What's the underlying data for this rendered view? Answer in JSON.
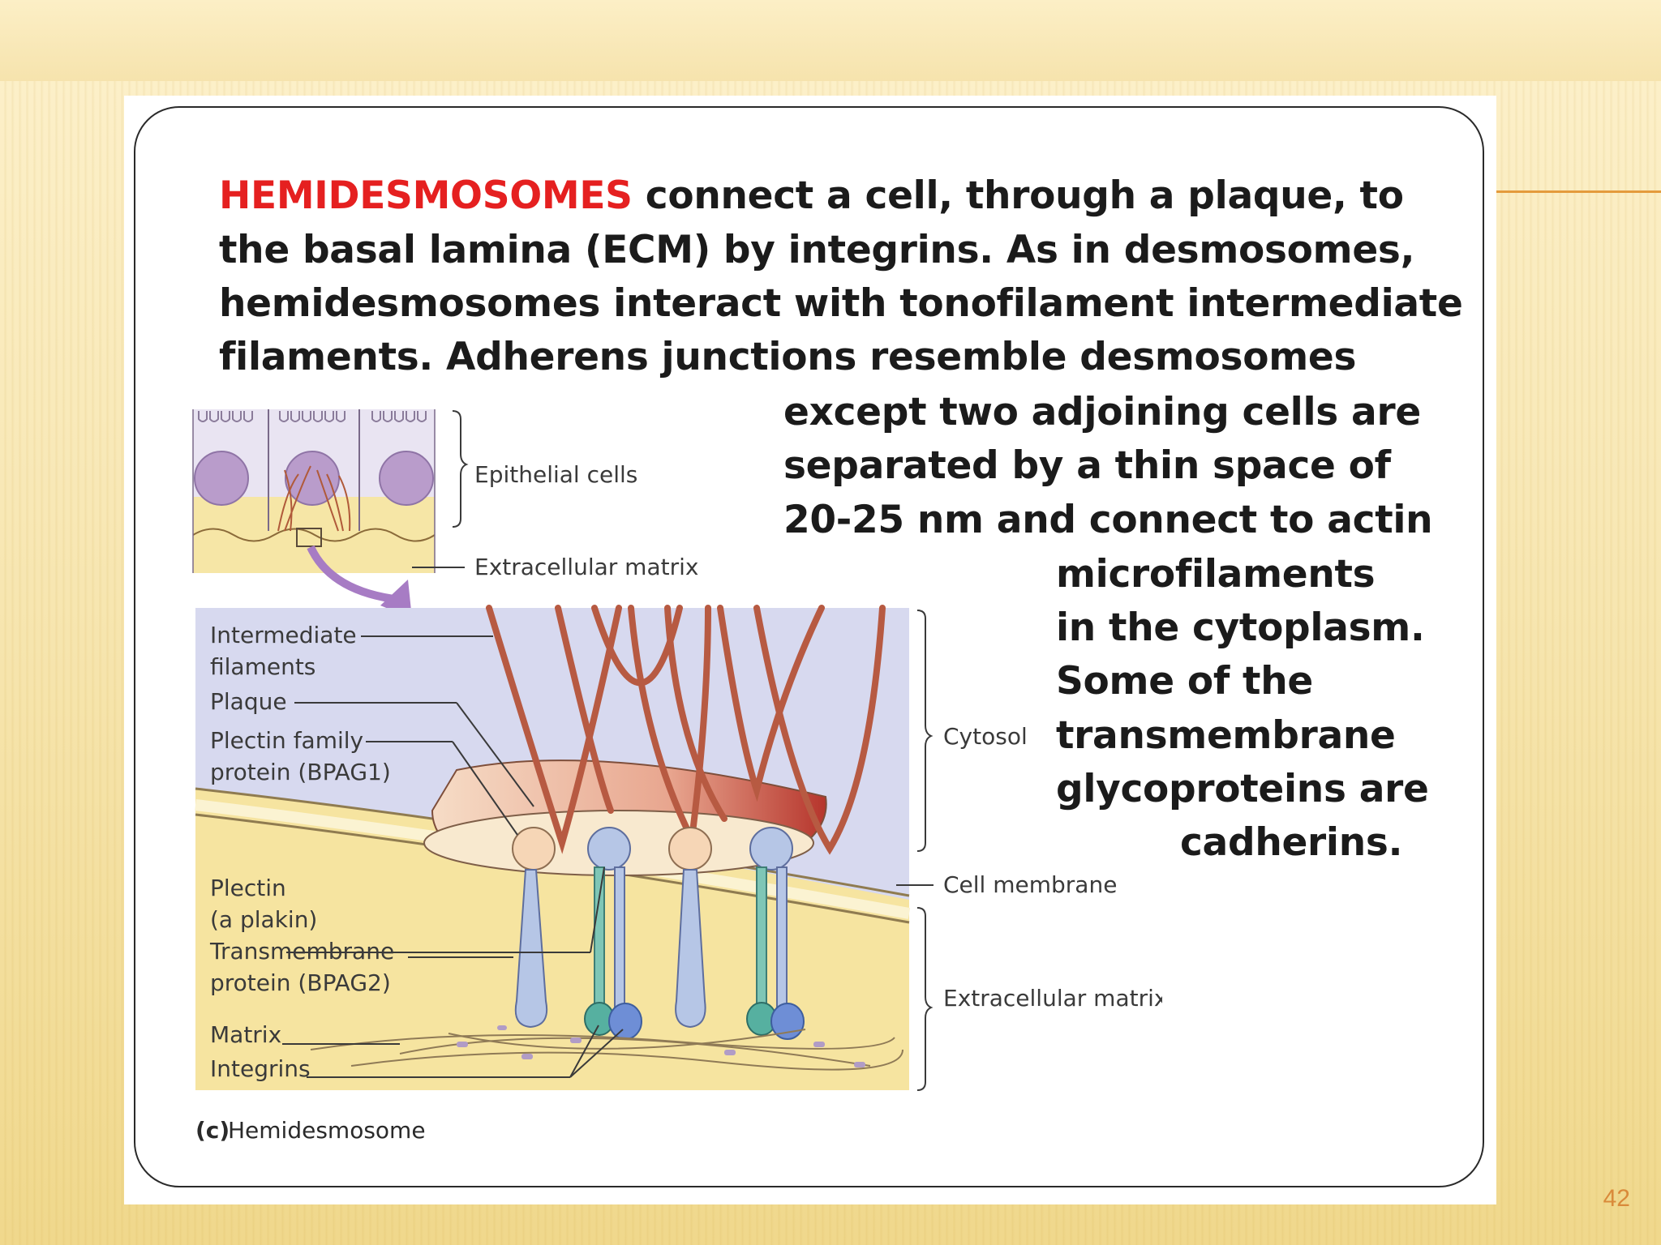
{
  "slide": {
    "page_number": "42",
    "colors": {
      "highlight": "#e52020",
      "accent": "#e49b3c",
      "text": "#1b1b1b"
    }
  },
  "paragraph": {
    "highlight_word": "HEMIDESMOSOMES",
    "line1_rest": " connect a cell, through a plaque, to",
    "line2": "the basal lamina (ECM) by integrins. As in desmosomes,",
    "line3": "hemidesmosomes interact with tonofilament intermediate",
    "line4": "filaments. Adherens junctions resemble desmosomes",
    "line5": "except two adjoining cells are",
    "line6": "separated by a thin space of",
    "line7": "20-25 nm and connect to actin",
    "line8": "microfilaments",
    "line9": "in the cytoplasm.",
    "line10": "Some of the",
    "line11": "transmembrane",
    "line12": "glycoproteins are",
    "line13": "cadherins."
  },
  "figure": {
    "labels": {
      "epithelial_cells": "Epithelial cells",
      "extracellular_matrix_top": "Extracellular matrix",
      "intermediate": "Intermediate",
      "filaments": "filaments",
      "plaque": "Plaque",
      "plectin_family": "Plectin family",
      "protein_bpag1": "protein (BPAG1)",
      "cytosol": "Cytosol",
      "cell_membrane": "Cell membrane",
      "plectin": "Plectin",
      "a_plakin": "(a plakin)",
      "transmembrane": "Transmembrane",
      "protein_bpag2": "protein (BPAG2)",
      "matrix": "Matrix",
      "integrins": "Integrins",
      "extracellular_matrix_bottom": "Extracellular matrix"
    },
    "caption_letter": "(c)",
    "caption_text": "Hemidesmosome"
  }
}
